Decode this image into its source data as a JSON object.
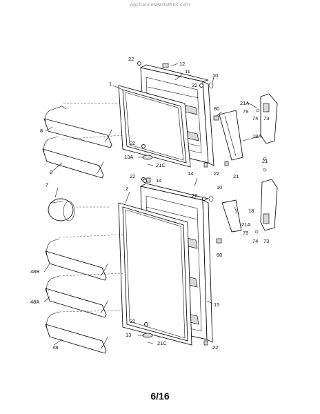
{
  "watermark": "AppliancesPartsPros.com",
  "page_number": "6/16",
  "callouts": [
    {
      "id": "c12",
      "text": "12"
    },
    {
      "id": "c22a",
      "text": "22"
    },
    {
      "id": "c11",
      "text": "11"
    },
    {
      "id": "c10a",
      "text": "10"
    },
    {
      "id": "c22b",
      "text": "22"
    },
    {
      "id": "c1",
      "text": "1"
    },
    {
      "id": "c21a_top",
      "text": "21A"
    },
    {
      "id": "c79a",
      "text": "79"
    },
    {
      "id": "c74a",
      "text": "74"
    },
    {
      "id": "c73a",
      "text": "73"
    },
    {
      "id": "c80a",
      "text": "80"
    },
    {
      "id": "c18a",
      "text": "18A"
    },
    {
      "id": "c8a",
      "text": "8"
    },
    {
      "id": "c8b",
      "text": "8"
    },
    {
      "id": "c22c",
      "text": "22"
    },
    {
      "id": "c13a",
      "text": "13A"
    },
    {
      "id": "c21c_a",
      "text": "21C"
    },
    {
      "id": "c22d",
      "text": "22"
    },
    {
      "id": "c22e",
      "text": "22"
    },
    {
      "id": "c21a",
      "text": "21"
    },
    {
      "id": "c14a",
      "text": "14"
    },
    {
      "id": "c14b",
      "text": "14"
    },
    {
      "id": "c21b",
      "text": "21"
    },
    {
      "id": "c7",
      "text": "7"
    },
    {
      "id": "c2",
      "text": "2"
    },
    {
      "id": "c10b",
      "text": "10"
    },
    {
      "id": "c22f",
      "text": "22"
    },
    {
      "id": "c18",
      "text": "18"
    },
    {
      "id": "c21a_bot",
      "text": "21A"
    },
    {
      "id": "c79b",
      "text": "79"
    },
    {
      "id": "c74b",
      "text": "74"
    },
    {
      "id": "c73b",
      "text": "73"
    },
    {
      "id": "c80b",
      "text": "80"
    },
    {
      "id": "c48b",
      "text": "48B"
    },
    {
      "id": "c48a",
      "text": "48A"
    },
    {
      "id": "c15",
      "text": "15"
    },
    {
      "id": "c22g",
      "text": "22"
    },
    {
      "id": "c13",
      "text": "13"
    },
    {
      "id": "c21c_b",
      "text": "21C"
    },
    {
      "id": "c48",
      "text": "48"
    },
    {
      "id": "c22h",
      "text": "22"
    }
  ]
}
